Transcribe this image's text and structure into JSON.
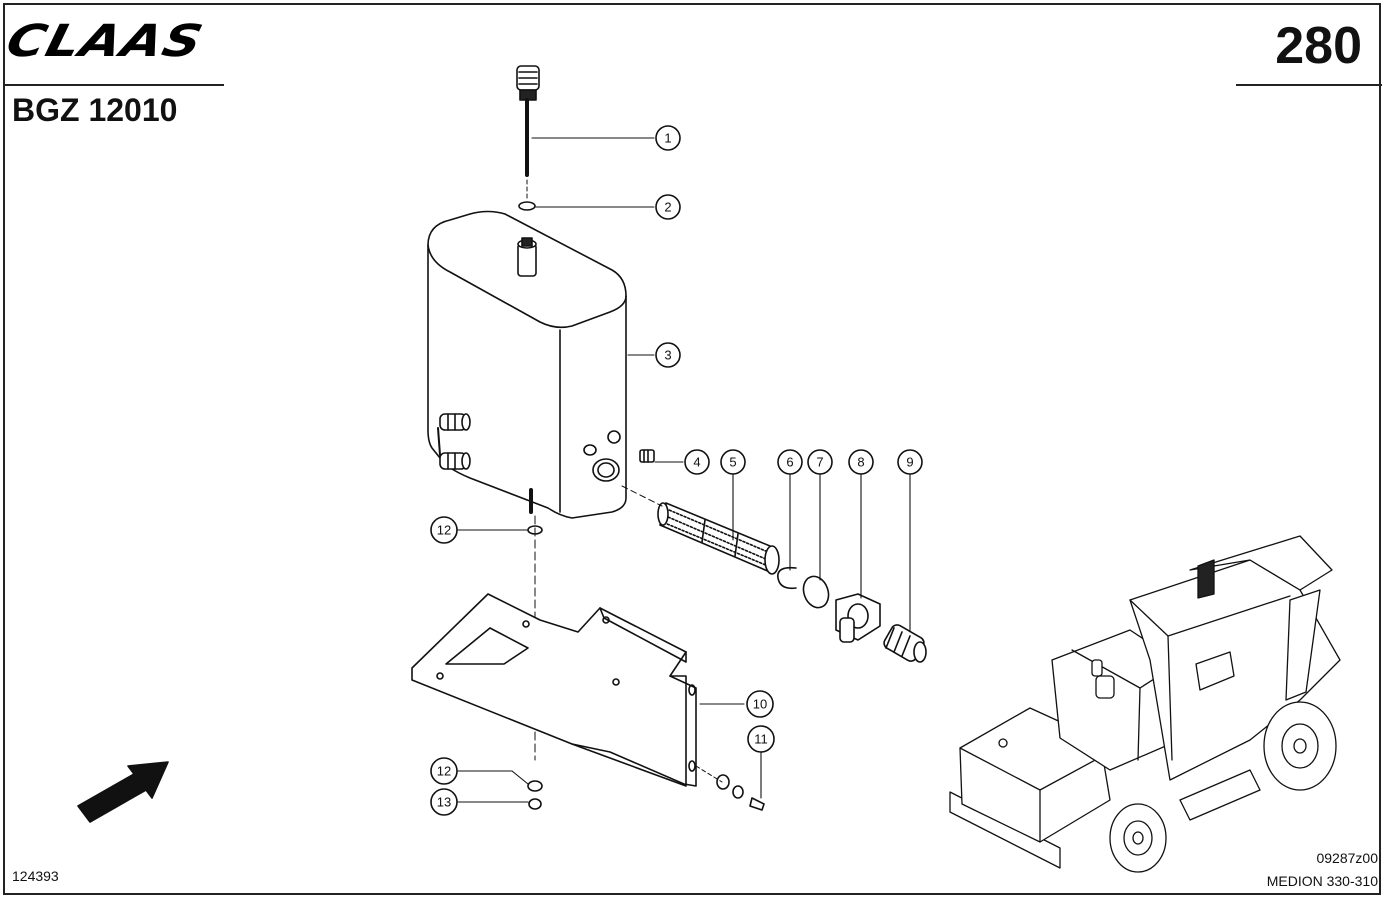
{
  "header": {
    "brand": "CLAAS",
    "code": "BGZ 12010",
    "page_number": "280"
  },
  "footer": {
    "left_id": "124393",
    "drawing_no": "09287z00",
    "model": "MEDION 330-310"
  },
  "callouts": [
    "1",
    "2",
    "3",
    "4",
    "5",
    "6",
    "7",
    "8",
    "9",
    "10",
    "11",
    "12",
    "12",
    "13"
  ]
}
